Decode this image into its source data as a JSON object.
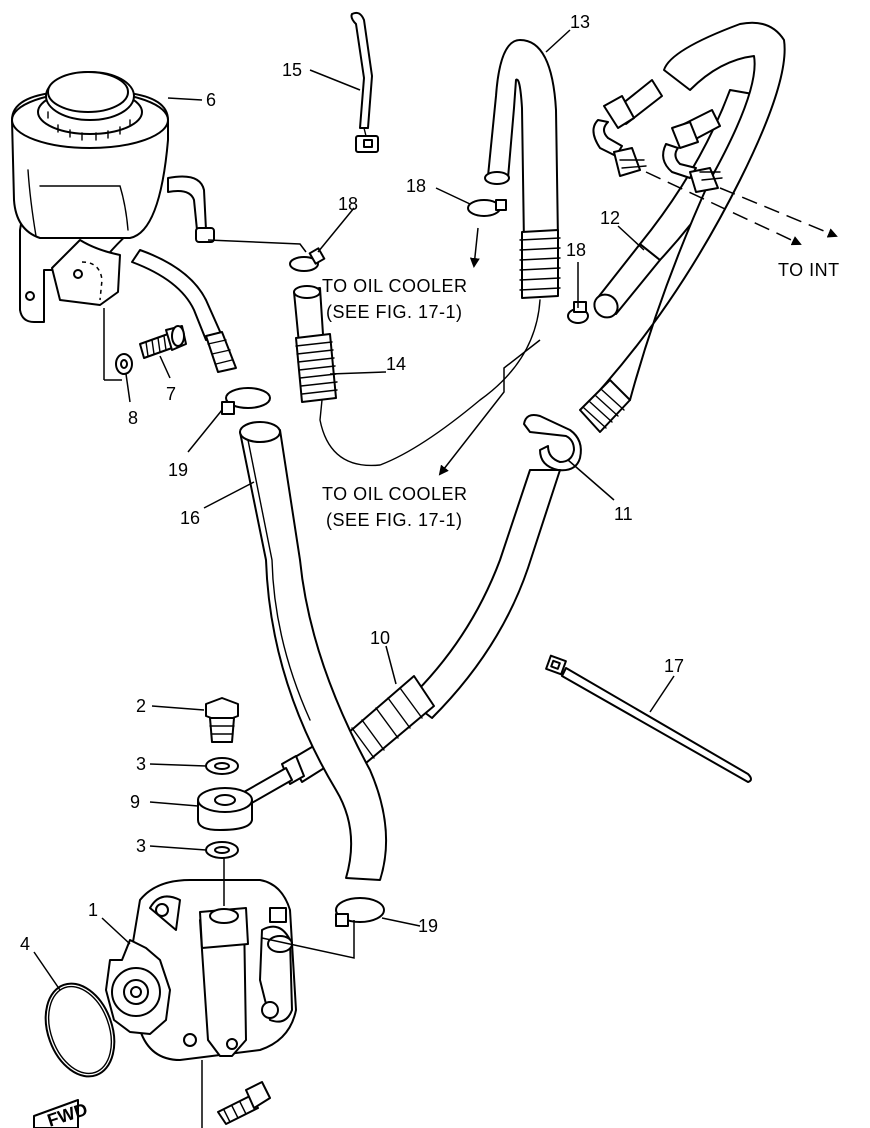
{
  "callouts": {
    "c1": "1",
    "c2": "2",
    "c3a": "3",
    "c3b": "3",
    "c4": "4",
    "c6": "6",
    "c7": "7",
    "c8": "8",
    "c9": "9",
    "c10": "10",
    "c11": "11",
    "c12": "12",
    "c13": "13",
    "c14": "14",
    "c15": "15",
    "c16": "16",
    "c17": "17",
    "c18a": "18",
    "c18b": "18",
    "c18c": "18",
    "c19a": "19",
    "c19b": "19"
  },
  "notes": {
    "oil_cooler_1_line1": "TO OIL COOLER",
    "oil_cooler_1_line2": "(SEE FIG. 17-1)",
    "oil_cooler_2_line1": "TO OIL COOLER",
    "oil_cooler_2_line2": "(SEE FIG. 17-1)",
    "to_int": "TO INT"
  },
  "fwd_mark": "FWD"
}
